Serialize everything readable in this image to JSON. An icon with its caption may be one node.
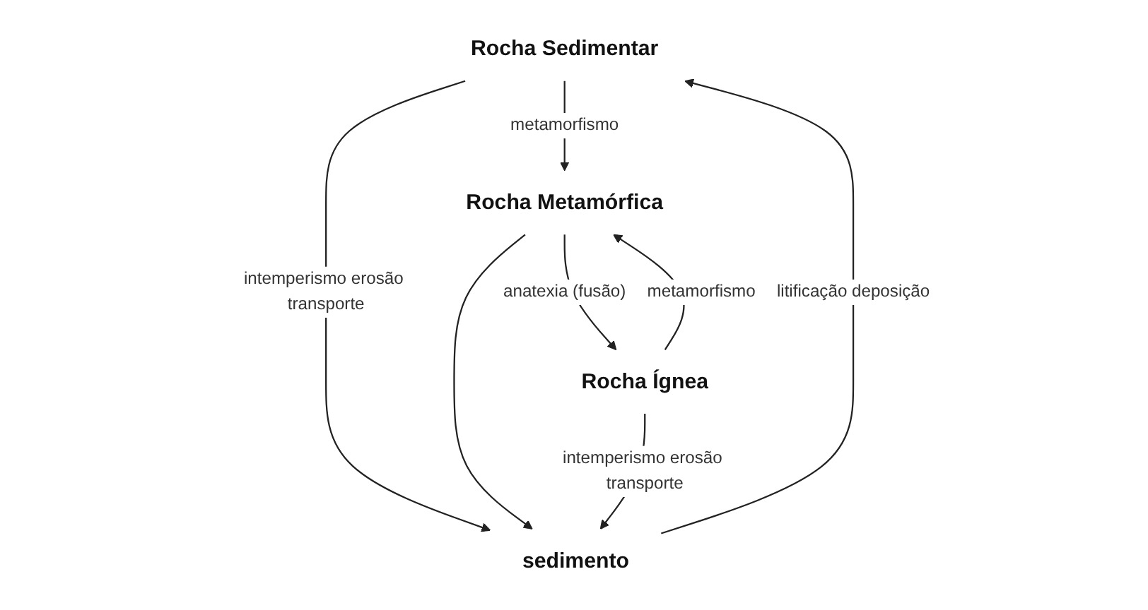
{
  "diagram": {
    "nodes": [
      {
        "text": [
          "Rocha Sedimentar"
        ]
      },
      {
        "text": [
          "sedimento"
        ]
      },
      {
        "text": [
          "Rocha Ígnea"
        ]
      },
      {
        "text": [
          "Rocha Metamórfica"
        ]
      }
    ],
    "edges": [
      {
        "from": 1,
        "to": 0,
        "arrow": "to",
        "label": "litificação deposição"
      },
      {
        "from": 0,
        "to": 1,
        "arrow": "to",
        "label": "intemperismo erosão transporte"
      },
      {
        "from": 0,
        "to": 3,
        "arrow": "to",
        "label": "metamorfismo"
      },
      {
        "from": 3,
        "to": 1,
        "arrow": "to"
      },
      {
        "from": 2,
        "to": 1,
        "arrow": "to",
        "label": "intemperismo erosão transporte"
      },
      {
        "from": 2,
        "to": 3,
        "arrow": "to",
        "label": "metamorfismo"
      },
      {
        "from": 3,
        "to": 2,
        "arrow": "to",
        "label": "anatexia (fusão)"
      }
    ]
  }
}
